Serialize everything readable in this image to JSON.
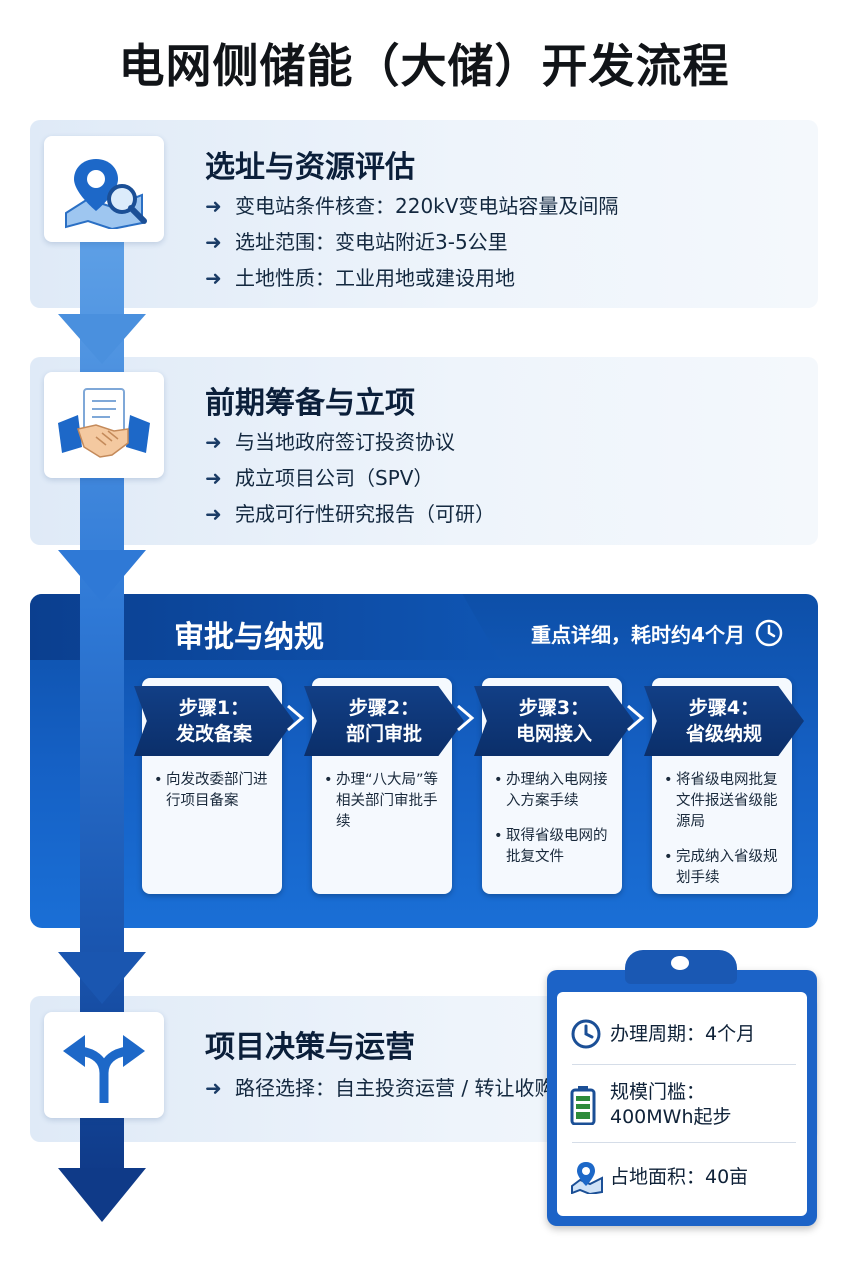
{
  "title": "电网侧储能（大储）开发流程",
  "colors": {
    "accent": "#1560c4",
    "dark": "#0b2f6a",
    "panel": "#e6eef8"
  },
  "stages": [
    {
      "title": "选址与资源评估",
      "icon": "map-pin-search-icon",
      "bullets": [
        "变电站条件核查：220kV变电站容量及间隔",
        "选址范围：变电站附近3-5公里",
        "土地性质：工业用地或建设用地"
      ]
    },
    {
      "title": "前期筹备与立项",
      "icon": "handshake-document-icon",
      "bullets": [
        "与当地政府签订投资协议",
        "成立项目公司（SPV）",
        "完成可行性研究报告（可研）"
      ]
    },
    {
      "title": "项目决策与运营",
      "icon": "fork-arrows-icon",
      "bullets": [
        "路径选择：自主投资运营 / 转让收购"
      ]
    }
  ],
  "approval": {
    "title": "审批与纳规",
    "note": "重点详细，耗时约4个月",
    "steps": [
      {
        "head1": "步骤1：",
        "head2": "发改备案",
        "items": [
          "向发改委部门进行项目备案"
        ]
      },
      {
        "head1": "步骤2：",
        "head2": "部门审批",
        "items": [
          "办理“八大局”等相关部门审批手续"
        ]
      },
      {
        "head1": "步骤3：",
        "head2": "电网接入",
        "items": [
          "办理纳入电网接入方案手续",
          "取得省级电网的批复文件"
        ]
      },
      {
        "head1": "步骤4：",
        "head2": "省级纳规",
        "items": [
          "将省级电网批复文件报送省级能源局",
          "完成纳入省级规划手续"
        ]
      }
    ]
  },
  "info": {
    "period": "办理周期：4个月",
    "scale_label": "规模门槛：",
    "scale_value": "400MWh起步",
    "area": "占地面积：40亩"
  }
}
